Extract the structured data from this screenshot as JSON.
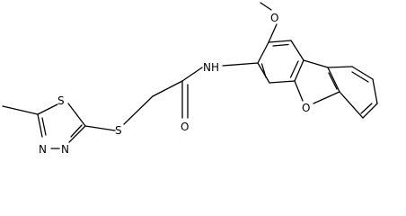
{
  "molecule": {
    "atoms": {
      "methoxy_oxygen": "O",
      "amide_nitrogen": "NH",
      "furan_oxygen": "O",
      "carbonyl_oxygen": "O",
      "thioether_sulfur": "S",
      "thiadiazole_sulfur": "S",
      "thiadiazole_n4": "N",
      "thiadiazole_n3": "N"
    }
  }
}
